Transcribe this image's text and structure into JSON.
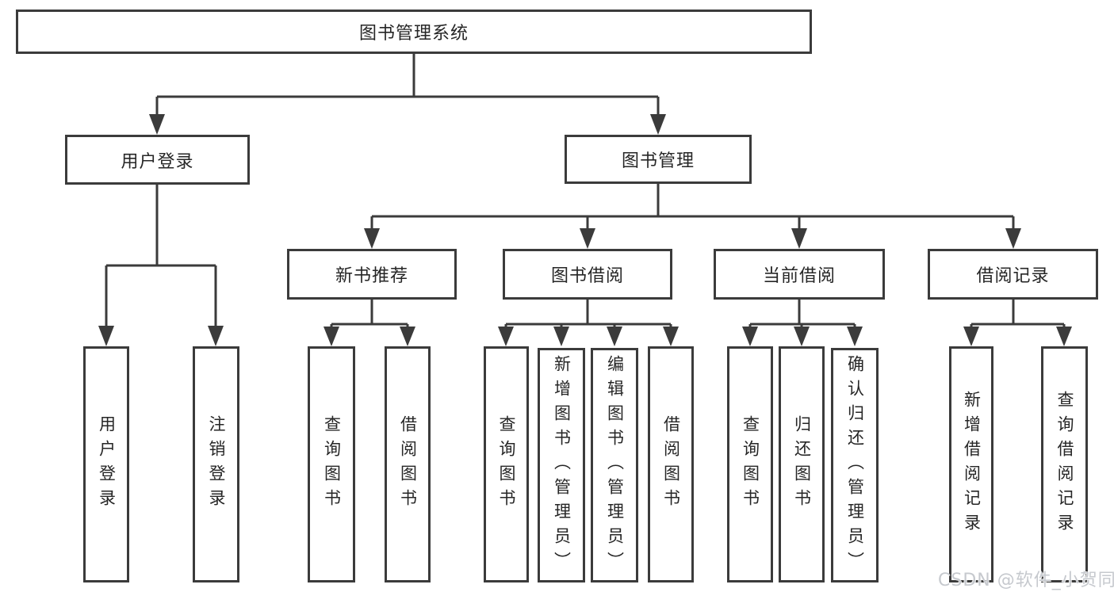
{
  "colors": {
    "line": "#3b3b3b",
    "text": "#262626",
    "bg": "#ffffff",
    "watermark": "#c6c9ce"
  },
  "watermark": "CSDN @软件_小贺同学",
  "tree": {
    "label": "图书管理系统",
    "children": [
      {
        "label": "用户登录",
        "children": [
          {
            "label": "用户登录"
          },
          {
            "label": "注销登录"
          }
        ]
      },
      {
        "label": "图书管理",
        "children": [
          {
            "label": "新书推荐",
            "children": [
              {
                "label": "查询图书"
              },
              {
                "label": "借阅图书"
              }
            ]
          },
          {
            "label": "图书借阅",
            "children": [
              {
                "label": "查询图书"
              },
              {
                "label": "新增图书（管理员）"
              },
              {
                "label": "编辑图书（管理员）"
              },
              {
                "label": "借阅图书"
              }
            ]
          },
          {
            "label": "当前借阅",
            "children": [
              {
                "label": "查询图书"
              },
              {
                "label": "归还图书"
              },
              {
                "label": "确认归还（管理员）"
              }
            ]
          },
          {
            "label": "借阅记录",
            "children": [
              {
                "label": "新增借阅记录"
              },
              {
                "label": "查询借阅记录"
              }
            ]
          }
        ]
      }
    ]
  }
}
